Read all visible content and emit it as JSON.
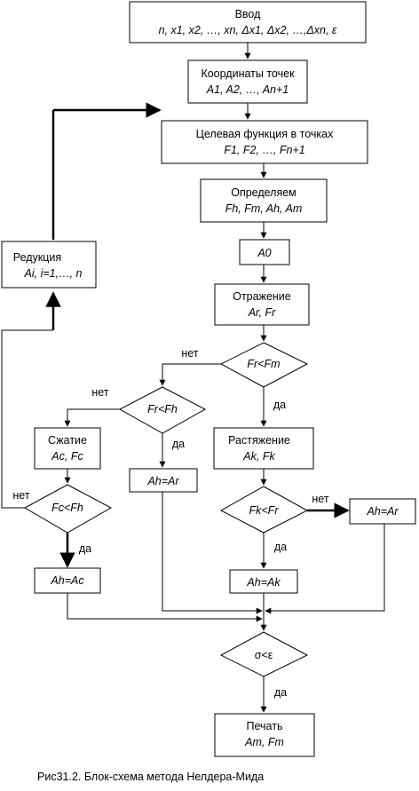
{
  "blocks": {
    "input": {
      "title": "Ввод",
      "params": "n, x1, x2, …, xn, Δx1, Δx2, …,Δxn, ε"
    },
    "coords": {
      "title": "Координаты точек",
      "params": "A1, A2, …, An+1"
    },
    "objective": {
      "title": "Целевая функция в точках",
      "params": "F1, F2, …, Fn+1"
    },
    "determine": {
      "title": "Определяем",
      "params": "Fh, Fm, Ah, Am"
    },
    "a0": {
      "params": "A0"
    },
    "reflection": {
      "title": "Отражение",
      "params": "Ar, Fr"
    },
    "stretch": {
      "title": "Растяжение",
      "params": "Ak, Fk"
    },
    "compress": {
      "title": "Сжатие",
      "params": "Ac, Fc"
    },
    "reduction": {
      "title": "Редукция",
      "params": "Ai, i=1,…, n"
    },
    "print": {
      "title": "Печать",
      "params": "Am, Fm"
    },
    "assign_ah_ar_left": {
      "text": "Ah=Ar"
    },
    "assign_ah_ar_right": {
      "text": "Ah=Ar"
    },
    "assign_ah_ac": {
      "text": "Ah=Ac"
    },
    "assign_ah_ak": {
      "text": "Ah=Ak"
    }
  },
  "decisions": {
    "fr_lt_fm": "Fr<Fm",
    "fr_lt_fh": "Fr<Fh",
    "fc_lt_fh": "Fc<Fh",
    "fk_lt_fr": "Fk<Fr",
    "sigma_lt_eps": "σ<ε"
  },
  "labels": {
    "yes": "да",
    "no": "нет"
  },
  "caption": "Рис31.2. Блок-схема метода Нелдера-Мида"
}
